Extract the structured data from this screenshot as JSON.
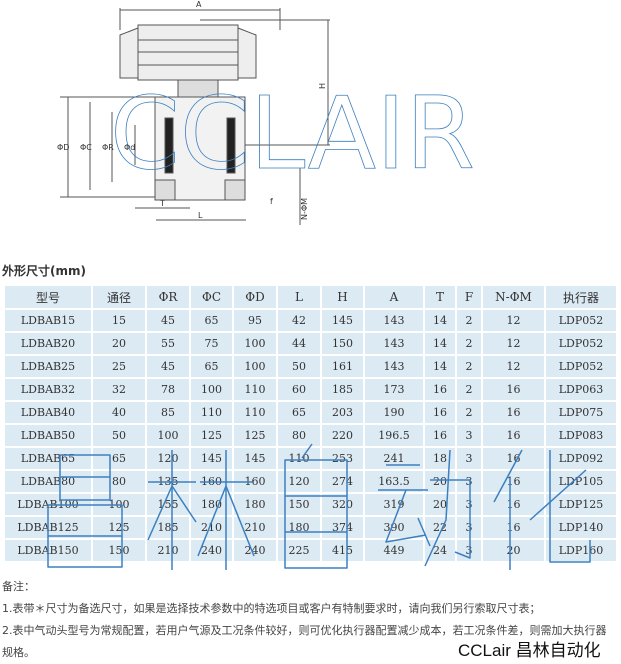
{
  "diagram": {
    "labels": [
      "A",
      "H",
      "ΦD",
      "ΦC",
      "ΦR",
      "Φd",
      "T",
      "L",
      "f",
      "N-ΦM"
    ],
    "watermark": "CCLAIR"
  },
  "table_title": "外形尺寸(mm)",
  "table": {
    "headers": [
      "型号",
      "通径",
      "ΦR",
      "ΦC",
      "ΦD",
      "L",
      "H",
      "A",
      "T",
      "F",
      "N-ΦM",
      "执行器"
    ],
    "rows": [
      [
        "LDBAB15",
        "15",
        "45",
        "65",
        "95",
        "42",
        "145",
        "143",
        "14",
        "2",
        "12",
        "LDP052"
      ],
      [
        "LDBAB20",
        "20",
        "55",
        "75",
        "100",
        "44",
        "150",
        "143",
        "14",
        "2",
        "12",
        "LDP052"
      ],
      [
        "LDBAB25",
        "25",
        "45",
        "65",
        "100",
        "50",
        "161",
        "143",
        "14",
        "2",
        "12",
        "LDP052"
      ],
      [
        "LDBAB32",
        "32",
        "78",
        "100",
        "110",
        "60",
        "185",
        "173",
        "16",
        "2",
        "16",
        "LDP063"
      ],
      [
        "LDBAB40",
        "40",
        "85",
        "110",
        "110",
        "65",
        "203",
        "190",
        "16",
        "2",
        "16",
        "LDP075"
      ],
      [
        "LDBAB50",
        "50",
        "100",
        "125",
        "125",
        "80",
        "220",
        "196.5",
        "16",
        "3",
        "16",
        "LDP083"
      ],
      [
        "LDBAB65",
        "65",
        "120",
        "145",
        "145",
        "110",
        "253",
        "241",
        "18",
        "3",
        "16",
        "LDP092"
      ],
      [
        "LDBAB80",
        "80",
        "135",
        "160",
        "160",
        "120",
        "274",
        "163.5",
        "20",
        "3",
        "16",
        "LDP105"
      ],
      [
        "LDBAB100",
        "100",
        "155",
        "180",
        "180",
        "150",
        "320",
        "319",
        "20",
        "3",
        "16",
        "LDP125"
      ],
      [
        "LDBAB125",
        "125",
        "185",
        "210",
        "210",
        "180",
        "374",
        "390",
        "22",
        "3",
        "16",
        "LDP140"
      ],
      [
        "LDBAB150",
        "150",
        "210",
        "240",
        "240",
        "225",
        "415",
        "449",
        "24",
        "3",
        "20",
        "LDP160"
      ]
    ],
    "watermark": "昌林自动化"
  },
  "notes": {
    "heading": "备注：",
    "items": [
      "1.表带＊尺寸为备选尺寸，如果是选择技术参数中的特选项目或客户有特制要求时，请向我们另行索取尺寸表；",
      "2.表中气动头型号为常规配置，若用户气源及工况条件较好，则可优化执行器配置减少成本，若工况条件差，则需加大执行器规格。"
    ]
  },
  "brand": "CCLair 昌林自动化"
}
